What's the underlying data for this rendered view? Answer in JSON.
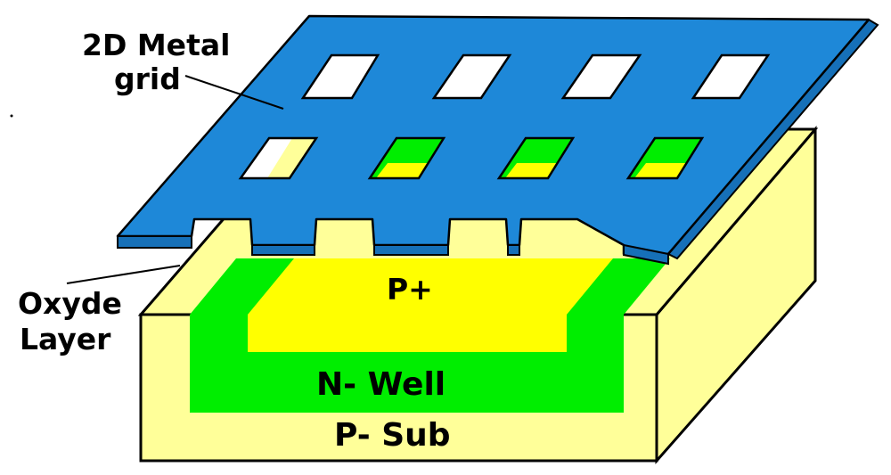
{
  "labels": {
    "metal_grid_line1": "2D Metal",
    "metal_grid_line2": "grid",
    "oxide_line1": "Oxyde",
    "oxide_line2": "Layer",
    "p_plus": "P+",
    "n_well": "N- Well",
    "p_sub": "P- Sub"
  },
  "colors": {
    "metal": "#1e88d8",
    "substrate_top": "#ffff99",
    "substrate_front": "#ffff99",
    "substrate_side": "#ffff99",
    "n_well": "#00ee00",
    "p_plus": "#ffff00",
    "outline": "#000000",
    "hole": "#ffffff"
  }
}
